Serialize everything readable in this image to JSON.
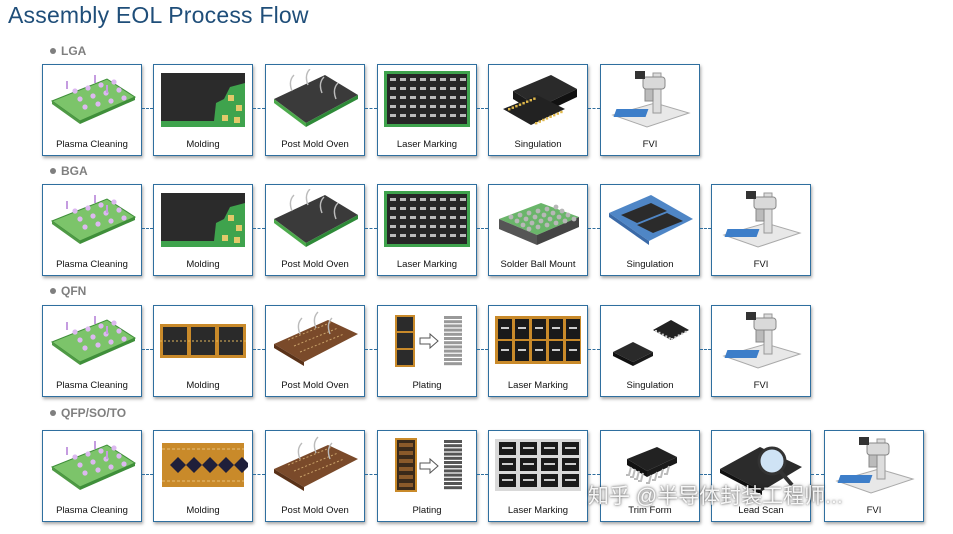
{
  "title": "Assembly EOL Process Flow",
  "sections": [
    {
      "label": "LGA",
      "steps": [
        "Plasma Cleaning",
        "Molding",
        "Post Mold Oven",
        "Laser Marking",
        "Singulation",
        "FVI"
      ]
    },
    {
      "label": "BGA",
      "steps": [
        "Plasma Cleaning",
        "Molding",
        "Post Mold Oven",
        "Laser Marking",
        "Solder Ball Mount",
        "Singulation",
        "FVI"
      ]
    },
    {
      "label": "QFN",
      "steps": [
        "Plasma Cleaning",
        "Molding",
        "Post Mold Oven",
        "Plating",
        "Laser Marking",
        "Singulation",
        "FVI"
      ]
    },
    {
      "label": "QFP/SO/TO",
      "steps": [
        "Plasma Cleaning",
        "Molding",
        "Post Mold Oven",
        "Plating",
        "Laser Marking",
        "Trim Form",
        "Lead Scan",
        "FVI"
      ]
    }
  ],
  "watermark": "知乎 @半导体封装工程师...",
  "colors": {
    "title": "#1f4e79",
    "card_border": "#2f6f9f",
    "label_gray": "#7f7f7f"
  }
}
